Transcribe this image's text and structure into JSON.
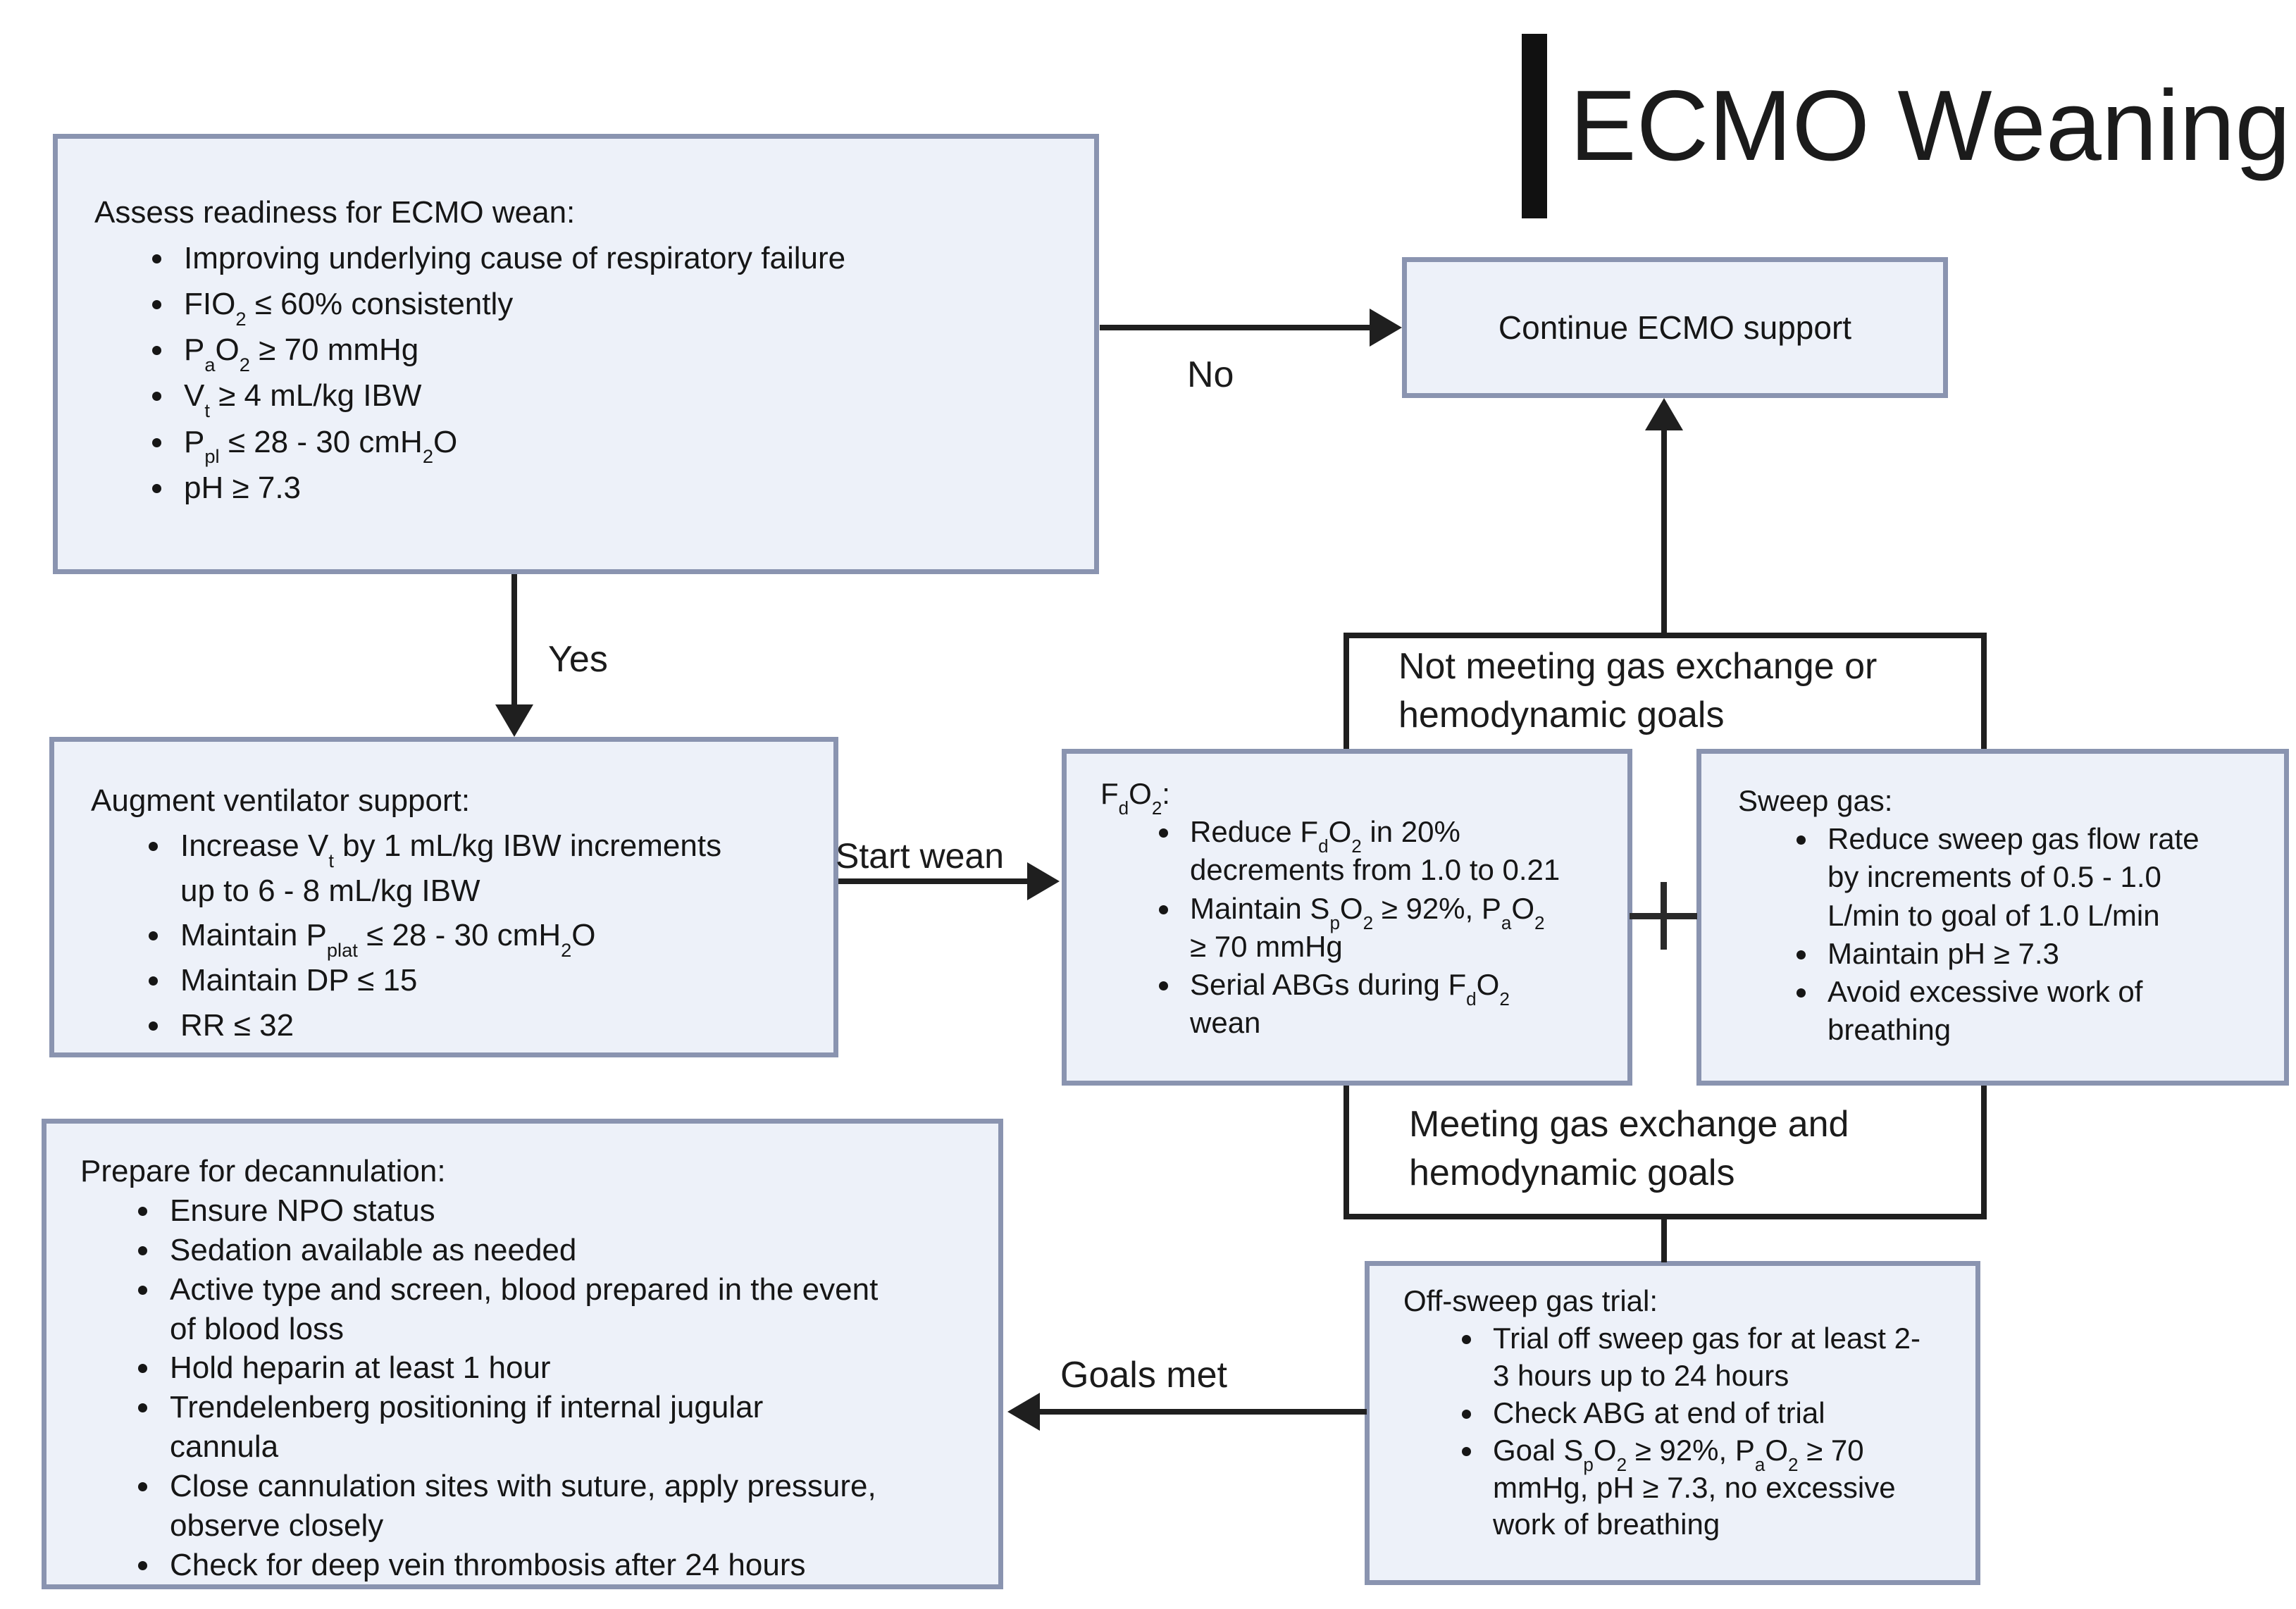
{
  "title": {
    "text": "ECMO Weaning"
  },
  "labels": {
    "no": "No",
    "yes": "Yes",
    "start_wean": "Start wean",
    "goals_met": "Goals met",
    "not_meeting": "Not meeting gas exchange or hemodynamic goals",
    "meeting": "Meeting gas exchange and hemodynamic goals"
  },
  "nodes": {
    "assess": {
      "title": "Assess readiness for ECMO wean:",
      "items": [
        "Improving underlying cause of respiratory failure",
        "FIO<sub>2</sub> ≤ 60% consistently",
        "P<sub>a</sub>O<sub>2</sub> ≥ 70 mmHg",
        "V<sub>t</sub> ≥ 4 mL/kg IBW",
        "P<sub>pl</sub> ≤ 28 - 30 cmH<sub>2</sub>O",
        "pH ≥ 7.3"
      ]
    },
    "continue_ecmo": {
      "text": "Continue ECMO support"
    },
    "augment": {
      "title": "Augment ventilator support:",
      "items": [
        "Increase V<sub>t</sub> by 1 mL/kg IBW increments up to 6 - 8 mL/kg IBW",
        "Maintain P<sub>plat</sub> ≤ 28 - 30 cmH<sub>2</sub>O",
        "Maintain DP ≤ 15",
        "RR ≤ 32"
      ]
    },
    "fdo2": {
      "title": "F<sub>d</sub>O<sub>2</sub>:",
      "items": [
        "Reduce F<sub>d</sub>O<sub>2</sub> in 20% decrements from 1.0 to 0.21",
        "Maintain S<sub>p</sub>O<sub>2</sub> ≥ 92%, P<sub>a</sub>O<sub>2</sub> ≥ 70 mmHg",
        "Serial ABGs during F<sub>d</sub>O<sub>2</sub> wean"
      ]
    },
    "sweep": {
      "title": "Sweep gas:",
      "items": [
        "Reduce sweep gas flow rate by increments of 0.5 - 1.0 L/min to goal of 1.0 L/min",
        "Maintain pH ≥ 7.3",
        "Avoid excessive work of breathing"
      ]
    },
    "prepare": {
      "title": "Prepare for decannulation:",
      "items": [
        "Ensure NPO status",
        "Sedation available as needed",
        "Active type and screen, blood prepared in the event of blood loss",
        "Hold heparin at least 1 hour",
        "Trendelenberg positioning if internal jugular cannula",
        "Close cannulation sites with suture, apply pressure, observe closely",
        "Check for deep vein thrombosis after 24 hours"
      ]
    },
    "offsweep": {
      "title": "Off-sweep gas trial:",
      "items": [
        "Trial off sweep gas for at least 2-3 hours up to 24 hours",
        "Check ABG at end of trial",
        "Goal S<sub>p</sub>O<sub>2</sub> ≥ 92%, P<sub>a</sub>O<sub>2</sub> ≥ 70 mmHg, pH ≥ 7.3, no excessive work of breathing"
      ]
    }
  },
  "colors": {
    "node_fill": "#edf1f9",
    "node_border": "#8a94b0",
    "connector": "#1f1f1f",
    "title_bar": "#111111",
    "background": "#ffffff"
  }
}
